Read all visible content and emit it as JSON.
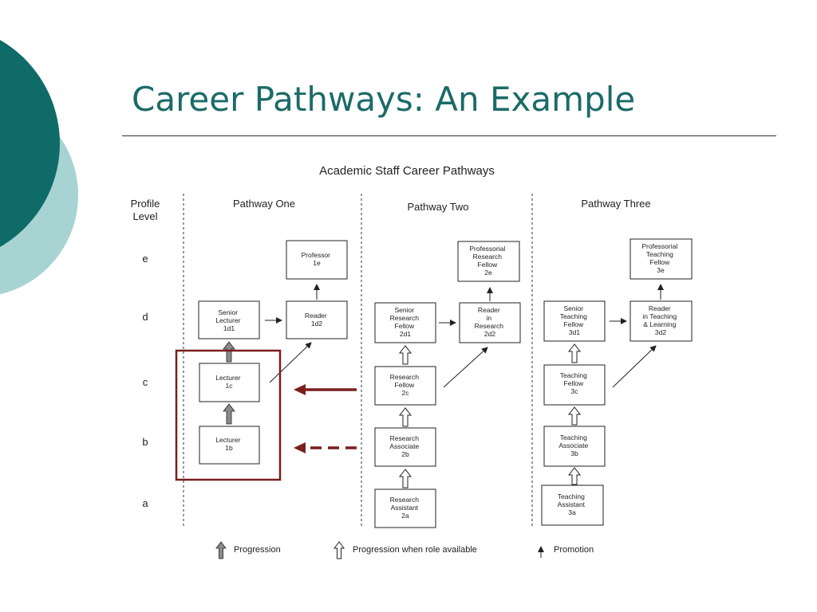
{
  "slide": {
    "title": "Career Pathways: An Example",
    "theme_colors": {
      "title": "#1b6b68",
      "dark_teal": "#0e6b67",
      "light_teal": "#a8d3d3",
      "highlight": "#7a1e1e"
    }
  },
  "diagram": {
    "heading": "Academic Staff Career Pathways",
    "profile_header": [
      "Profile",
      "Level"
    ],
    "levels": [
      "e",
      "d",
      "c",
      "b",
      "a"
    ],
    "pathways": [
      {
        "name": "Pathway One",
        "roles": {
          "b": [
            "Lecturer",
            "1b"
          ],
          "c": [
            "Lecturer",
            "1c"
          ],
          "d1": [
            "Senior",
            "Lecturer",
            "1d1"
          ],
          "d2": [
            "Reader",
            "1d2"
          ],
          "e": [
            "Professor",
            "1e"
          ]
        }
      },
      {
        "name": "Pathway Two",
        "roles": {
          "a": [
            "Research",
            "Assistant",
            "2a"
          ],
          "b": [
            "Research",
            "Associate",
            "2b"
          ],
          "c": [
            "Research",
            "Fellow",
            "2c"
          ],
          "d1": [
            "Senior",
            "Research",
            "Fellow",
            "2d1"
          ],
          "d2": [
            "Reader",
            "in",
            "Research",
            "2d2"
          ],
          "e": [
            "Professorial",
            "Research",
            "Fellow",
            "2e"
          ]
        }
      },
      {
        "name": "Pathway Three",
        "roles": {
          "a": [
            "Teaching",
            "Assistant",
            "3a"
          ],
          "b": [
            "Teaching",
            "Associate",
            "3b"
          ],
          "c": [
            "Teaching",
            "Fellow",
            "3c"
          ],
          "d1": [
            "Senior",
            "Teaching",
            "Fellow",
            "3d1"
          ],
          "d2": [
            "Reader",
            "in Teaching",
            "& Learning",
            "3d2"
          ],
          "e": [
            "Professorial",
            "Teaching",
            "Fellow",
            "3e"
          ]
        }
      }
    ],
    "legend": {
      "progression": "Progression",
      "progression_available": "Progression when role available",
      "promotion": "Promotion"
    }
  }
}
